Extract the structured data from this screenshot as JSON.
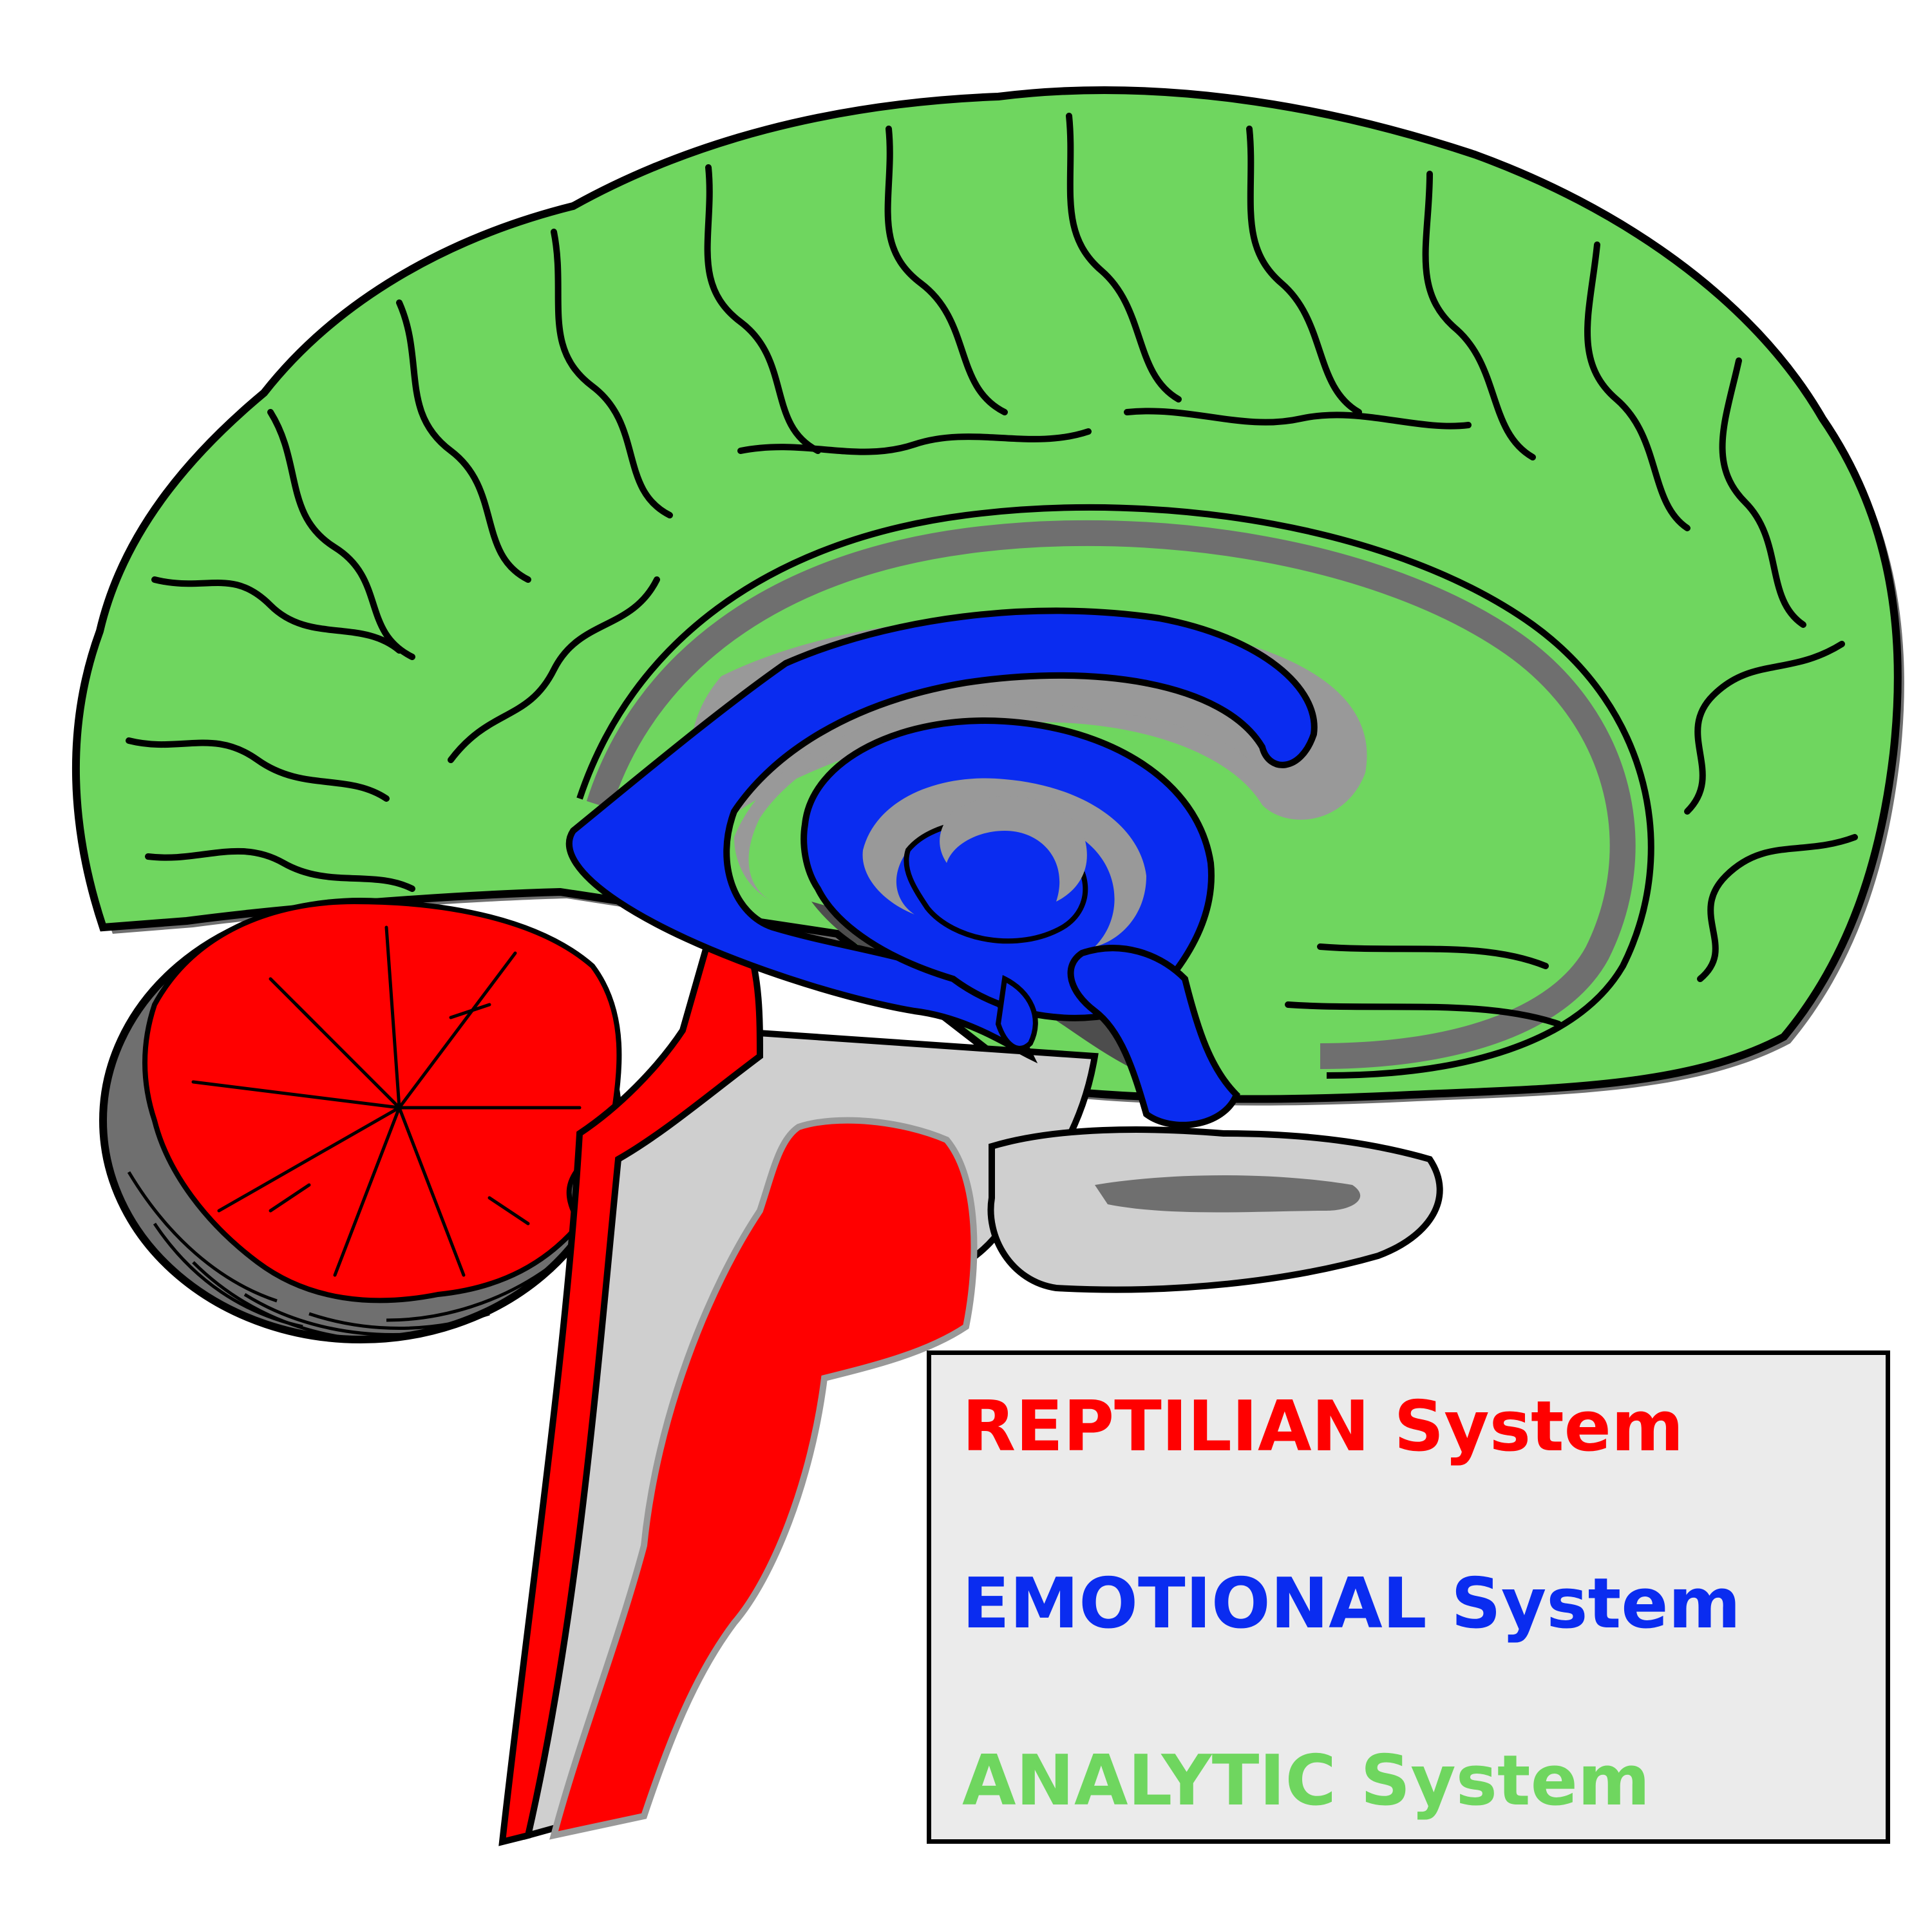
{
  "colors": {
    "reptilian": "#ff0000",
    "emotional": "#0a2cf0",
    "analytic": "#6fd65f",
    "outline": "#000000",
    "shadow_dark": "#4d4d4d",
    "shadow_mid": "#6f6f6f",
    "shadow_light": "#999999",
    "tissue_light": "#cfcfcf",
    "legend_background": "#ebebeb"
  },
  "icons": [
    "brain-cross-section-illustration"
  ],
  "legend": {
    "entries": [
      {
        "label": "REPTILIAN System",
        "color": "#ff0000"
      },
      {
        "label": "EMOTIONAL System",
        "color": "#0a2cf0"
      },
      {
        "label": "ANALYTIC System",
        "color": "#6fd65f"
      }
    ]
  }
}
